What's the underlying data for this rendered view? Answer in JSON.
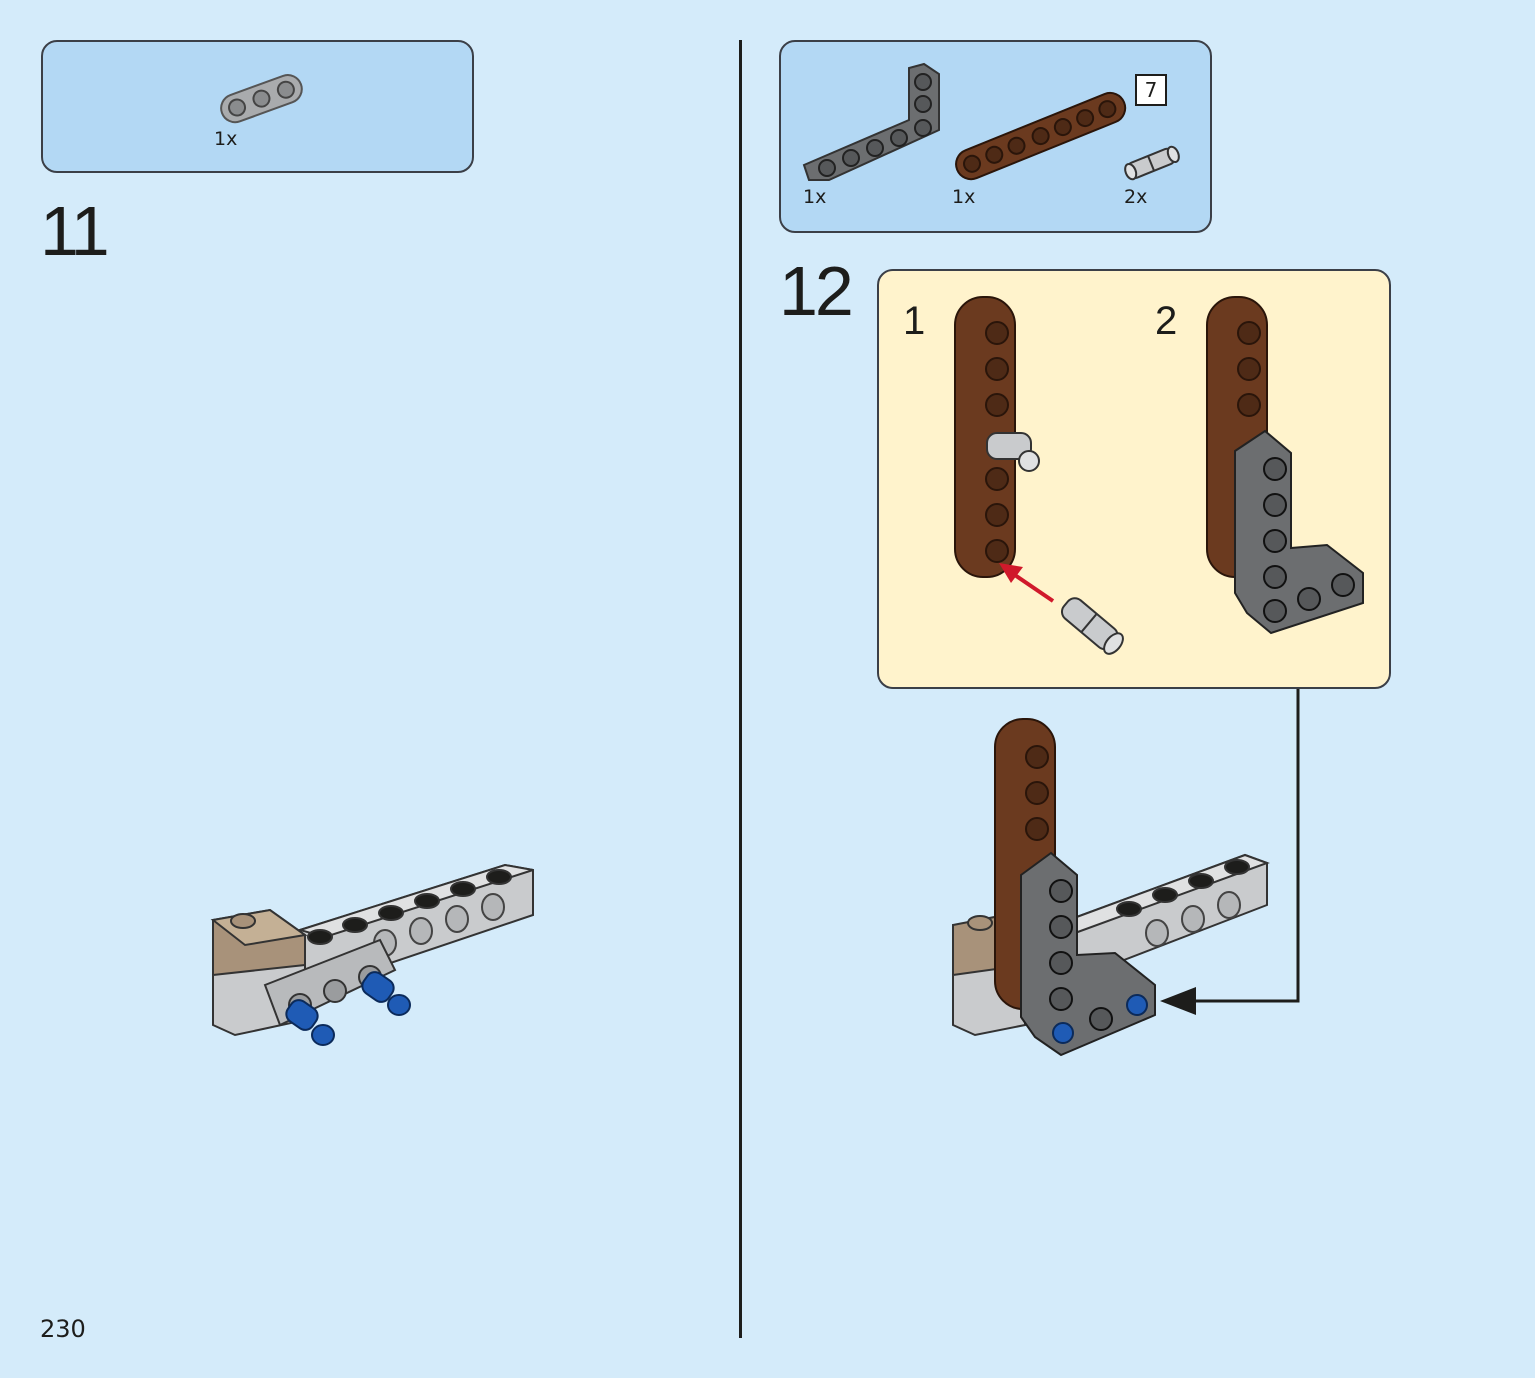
{
  "page": {
    "number": "230"
  },
  "step11": {
    "number": "11",
    "parts": [
      {
        "name": "light-gray-beam-3",
        "qty": "1x"
      }
    ]
  },
  "step12": {
    "number": "12",
    "parts": [
      {
        "name": "dark-gray-L-beam-3x5",
        "qty": "1x"
      },
      {
        "name": "reddish-brown-beam-7",
        "qty": "1x",
        "length_callout": "7"
      },
      {
        "name": "light-gray-friction-pin",
        "qty": "2x"
      }
    ],
    "substeps": [
      {
        "label": "1"
      },
      {
        "label": "2"
      }
    ]
  },
  "colors": {
    "background": "#d4ebfa",
    "parts_box": "#b3d8f4",
    "subassembly_box": "#fff3cc",
    "arrow_red": "#d0192b",
    "brown": "#6b3a1f",
    "dark_gray": "#6c6e70",
    "light_gray": "#a9abad",
    "blue": "#1f5bb5",
    "tan": "#a8927a"
  }
}
